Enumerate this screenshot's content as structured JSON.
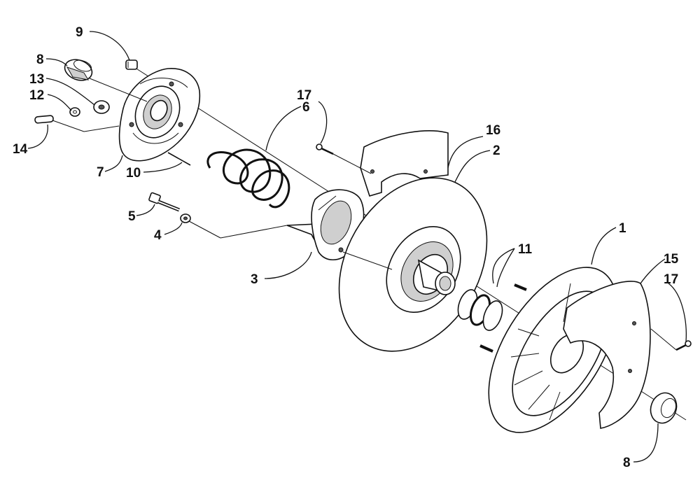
{
  "diagram": {
    "callouts": {
      "c1": "1",
      "c2": "2",
      "c3": "3",
      "c4": "4",
      "c5": "5",
      "c6": "6",
      "c7": "7",
      "c8a": "8",
      "c8b": "8",
      "c9": "9",
      "c10": "10",
      "c11": "11",
      "c12": "12",
      "c13": "13",
      "c14": "14",
      "c15": "15",
      "c16": "16",
      "c17a": "17",
      "c17b": "17"
    }
  }
}
